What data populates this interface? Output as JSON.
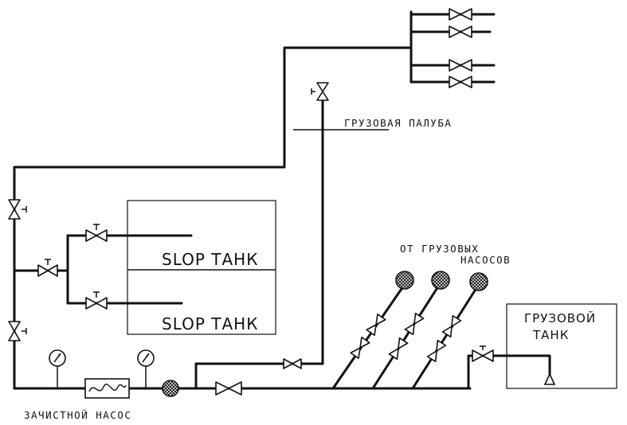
{
  "labels": {
    "cargo_deck": "ГРУЗОВАЯ ПАЛУБА",
    "slop_tank_upper": "SLOP ТАНК",
    "slop_tank_lower": "SLOP ТАНК",
    "from_cargo_pumps_line1": "ОТ ГРУЗОВЫХ",
    "from_cargo_pumps_line2": "НАСОСОВ",
    "cargo_tank_line1": "ГРУЗОВОЙ",
    "cargo_tank_line2": "ТАНК",
    "stripping_pump": "ЗАЧИСТНОЙ НАСОС"
  },
  "colors": {
    "line": "#111111",
    "background": "#ffffff"
  }
}
